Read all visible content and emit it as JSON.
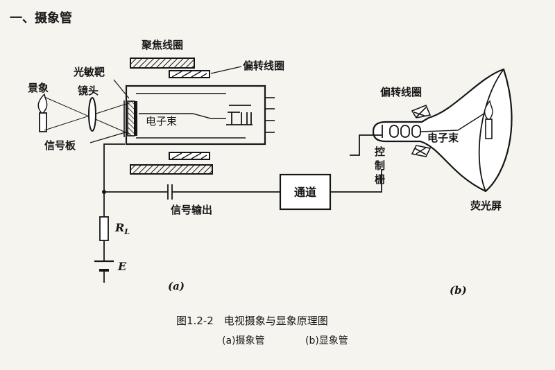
{
  "section_title": "一、摄象管",
  "labels": {
    "focus_coil": "聚焦线圈",
    "deflect_coil_a": "偏转线圈",
    "photo_target": "光敏靶",
    "scene": "景象",
    "lens": "镜头",
    "signal_plate": "信号板",
    "electron_beam_a": "电子束",
    "channel": "通道",
    "signal_output": "信号输出",
    "resistor": "R",
    "resistor_sub": "L",
    "battery": "E",
    "deflect_coil_b": "偏转线圈",
    "control_grid": [
      "控",
      "制",
      "栅"
    ],
    "electron_beam_b": "电子束",
    "phosphor_screen": "荧光屏",
    "sub_a": "(a)",
    "sub_b": "(b)"
  },
  "caption": {
    "title": "图1.2-2　电视摄象与显象原理图",
    "sub_a": "(a)摄象管",
    "sub_b": "(b)显象管"
  }
}
